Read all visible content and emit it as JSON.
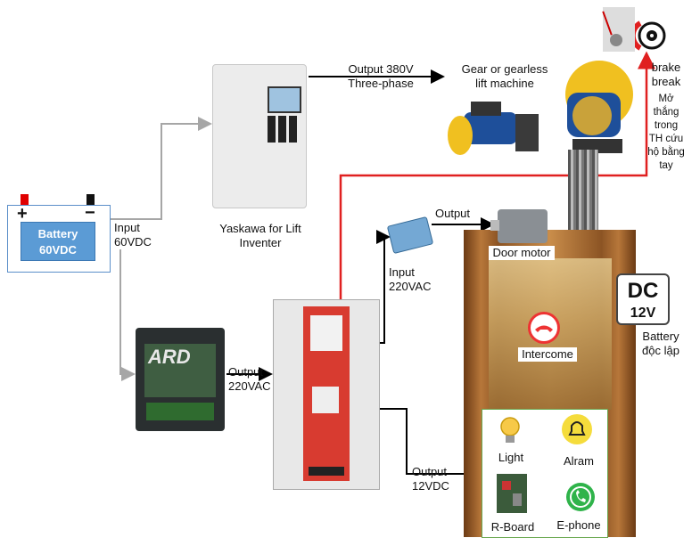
{
  "battery": {
    "label_line1": "Battery",
    "label_line2": "60VDC",
    "plus": "+",
    "minus": "−"
  },
  "labels": {
    "input_60vdc": [
      "Input",
      "60VDC"
    ],
    "vfd": [
      "Yaskawa for Lift",
      "Inventer"
    ],
    "output_380": [
      "Output 380V",
      "Three-phase"
    ],
    "machine": [
      "Gear or gearless",
      "lift machine"
    ],
    "brake": [
      "brake",
      "break"
    ],
    "brake_note": [
      "Mở",
      "thắng",
      "trong",
      "TH cứu",
      "hộ bằng",
      "tay"
    ],
    "output_sensor": "Output",
    "door_motor": "Door motor",
    "input_220": [
      "Input",
      "220VAC"
    ],
    "ard_output": [
      "Output",
      "220VAC"
    ],
    "output_12": [
      "Output",
      "12VDC"
    ],
    "dc": "DC",
    "dc_voltage": "12V",
    "battery_independent": [
      "Battery",
      "độc lập"
    ],
    "intercome": "Intercome",
    "ard_logo": "ARD"
  },
  "panel": {
    "light": "Light",
    "alarm": "Alram",
    "rboard": "R-Board",
    "ephone": "E-phone"
  },
  "colors": {
    "battery_fill": "#5b9bd5",
    "wire_gray": "#a6a6a6",
    "wire_black": "#000000",
    "wire_red": "#e02020",
    "panel_border": "#6aa84f"
  },
  "icons": [
    "light-bulb-icon",
    "alarm-bell-icon",
    "circuit-board-icon",
    "whatsapp-phone-icon",
    "phone-hangup-icon",
    "brake-disc-icon"
  ]
}
